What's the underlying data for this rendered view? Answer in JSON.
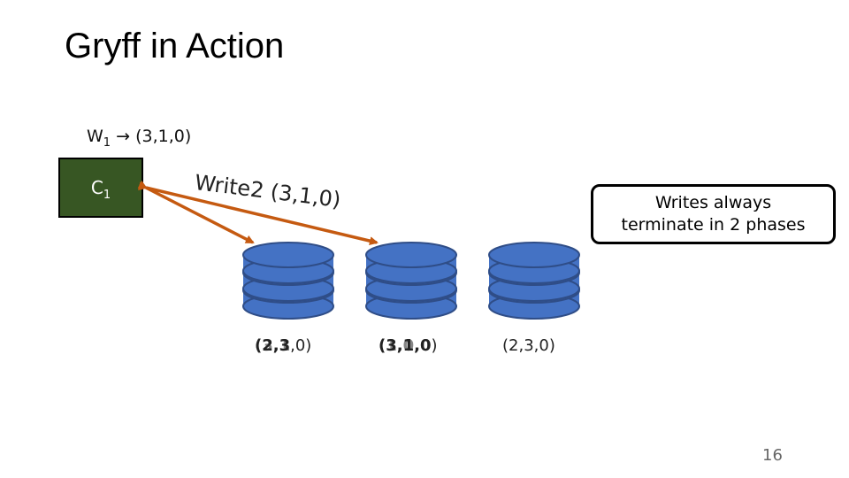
{
  "title": "Gryff in Action",
  "operation": {
    "name": "W",
    "subscript": "1",
    "arrow": "→",
    "value": "(3,1,0)"
  },
  "client": {
    "name": "C",
    "subscript": "1",
    "color": "#375623"
  },
  "message": "Write2 (3,1,0)",
  "note": {
    "line1": "Writes always",
    "line2": "terminate in 2 phases"
  },
  "replicas": [
    {
      "ts_over": "(2,3",
      "ts_under": "(3,1",
      "ts_tail": ",0)"
    },
    {
      "ts_over": "(3,1,0",
      "ts_under": "(1,0,0",
      "ts_tail": ")"
    },
    {
      "ts": "(2,3,0)"
    }
  ],
  "colors": {
    "replica_fill": "#4472c4",
    "replica_stroke": "#2f4d87",
    "arrow": "#c55a11"
  },
  "page_number": "16"
}
